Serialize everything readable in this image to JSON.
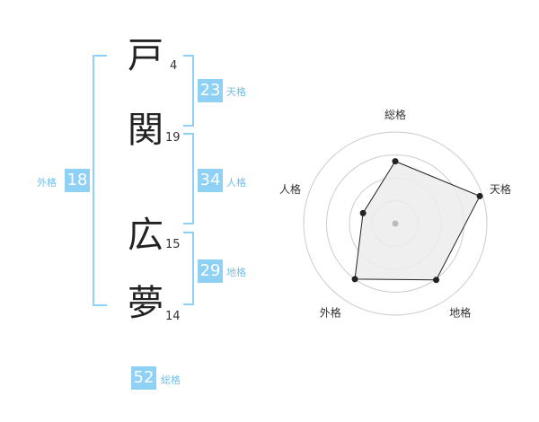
{
  "name_chars": [
    {
      "char": "戸",
      "strokes": "4"
    },
    {
      "char": "関",
      "strokes": "19"
    },
    {
      "char": "広",
      "strokes": "15"
    },
    {
      "char": "夢",
      "strokes": "14"
    }
  ],
  "fortunes": {
    "tenkaku": {
      "value": "23",
      "label": "天格"
    },
    "jinkaku": {
      "value": "34",
      "label": "人格"
    },
    "chikaku": {
      "value": "29",
      "label": "地格"
    },
    "gaikaku": {
      "value": "18",
      "label": "外格"
    },
    "soukaku": {
      "value": "52",
      "label": "総格"
    }
  },
  "chart_data": {
    "type": "radar",
    "axes": [
      "総格",
      "天格",
      "地格",
      "外格",
      "人格"
    ],
    "values": [
      0.68,
      0.97,
      0.76,
      0.75,
      0.37
    ],
    "scale_max": 1,
    "rings": 4,
    "colors": {
      "fill": "#ececec",
      "line": "#222222",
      "grid": "#cccccc"
    }
  }
}
